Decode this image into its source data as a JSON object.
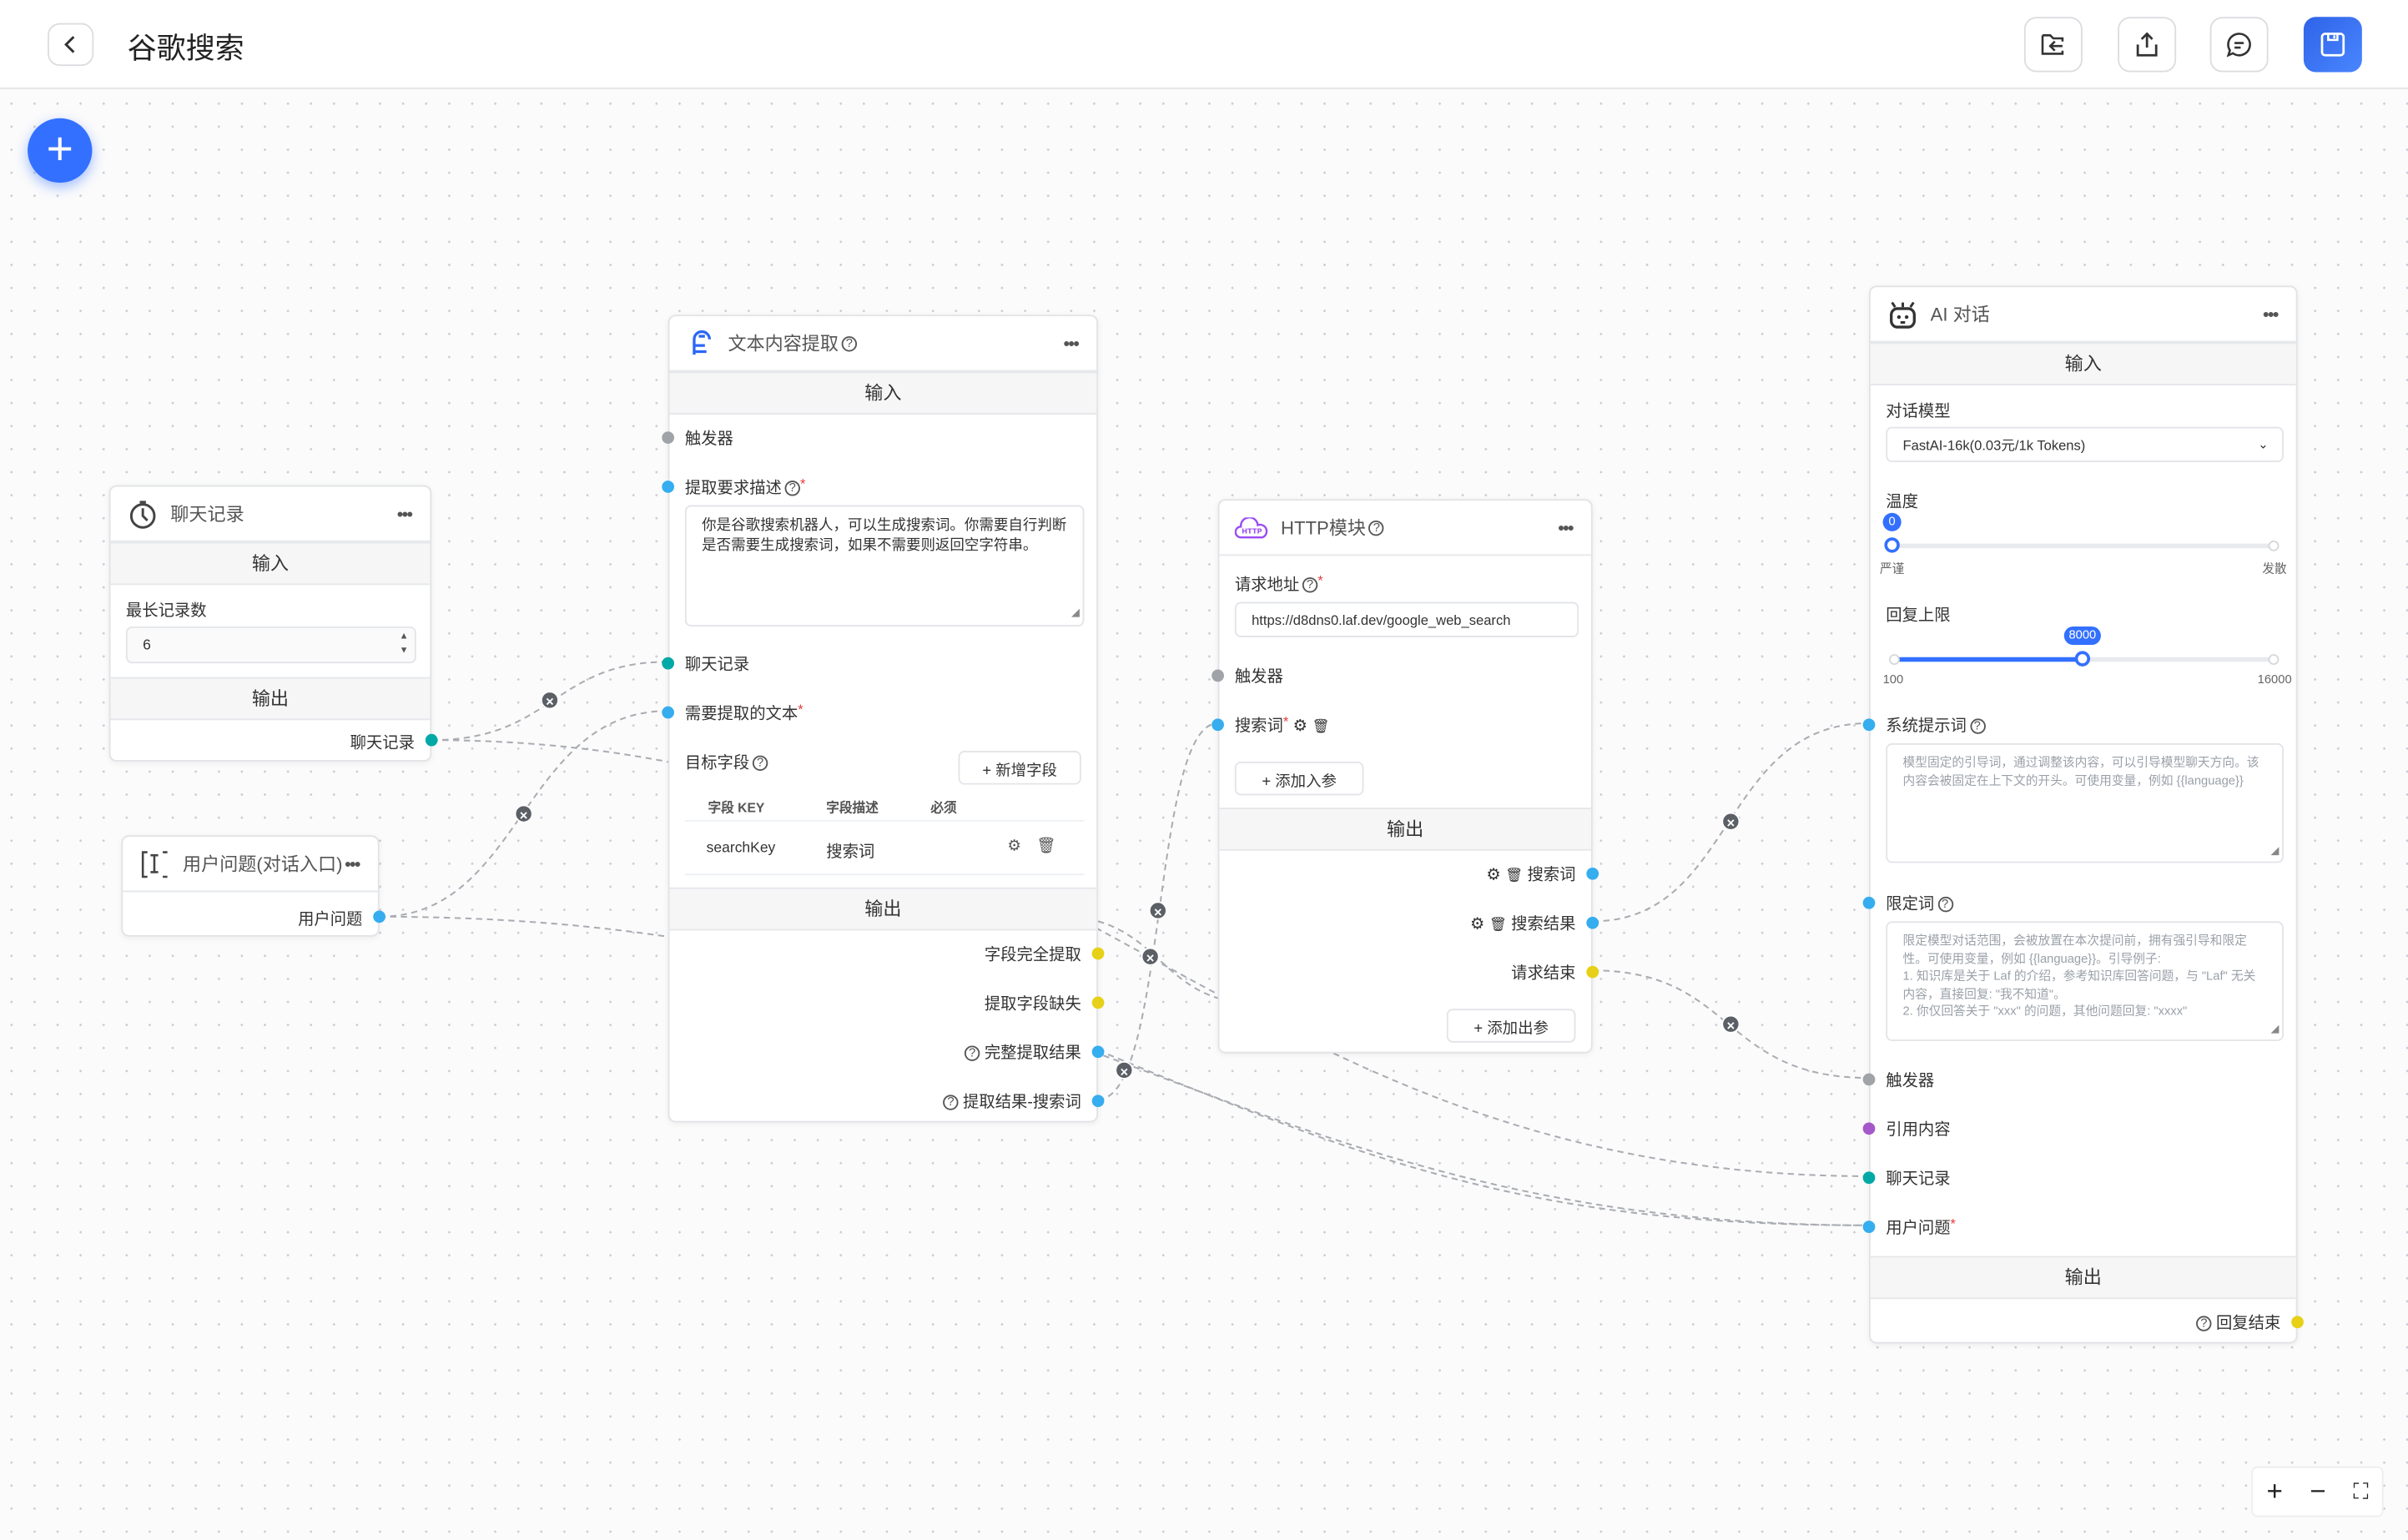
{
  "header": {
    "title": "谷歌搜索",
    "back_icon": "chevron-left-icon",
    "actions": [
      {
        "icon": "folder-import-icon"
      },
      {
        "icon": "share-export-icon"
      },
      {
        "icon": "chat-icon"
      },
      {
        "icon": "save-icon"
      }
    ]
  },
  "colors": {
    "primary": "#3370ff",
    "trigger": "#a0a3a8",
    "string": "#36adef",
    "history": "#00a9a6",
    "boolean": "#e7d118",
    "quote": "#a558c9"
  },
  "labels": {
    "input": "输入",
    "output": "输出",
    "trigger": "触发器",
    "required_mark": "*",
    "help": "?",
    "more": "•••"
  },
  "history_node": {
    "title": "聊天记录",
    "max_label": "最长记录数",
    "max_value": "6",
    "output": "聊天记录"
  },
  "question_node": {
    "title": "用户问题(对话入口)",
    "output": "用户问题"
  },
  "extract_node": {
    "title": "文本内容提取",
    "desc_label": "提取要求描述",
    "desc_value": "你是谷歌搜索机器人，可以生成搜索词。你需要自行判断是否需要生成搜索词，如果不需要则返回空字符串。",
    "history_label": "聊天记录",
    "text_label": "需要提取的文本",
    "fields_label": "目标字段",
    "add_field": "+ 新增字段",
    "columns": [
      "字段 KEY",
      "字段描述",
      "必须"
    ],
    "rows": [
      {
        "key": "searchKey",
        "desc": "搜索词"
      }
    ],
    "outputs": [
      "字段完全提取",
      "提取字段缺失",
      "完整提取结果",
      "提取结果-搜索词"
    ]
  },
  "http_node": {
    "title": "HTTP模块",
    "url_label": "请求地址",
    "url_value": "https://d8dns0.laf.dev/google_web_search",
    "param": "搜索词",
    "add_input": "+ 添加入参",
    "outputs": [
      "搜索词",
      "搜索结果",
      "请求结束"
    ],
    "add_output": "+ 添加出参"
  },
  "ai_node": {
    "title": "AI 对话",
    "model_label": "对话模型",
    "model_value": "FastAI-16k(0.03元/1k Tokens)",
    "temp_label": "温度",
    "temp_value": "0",
    "temp_min_label": "严谨",
    "temp_max_label": "发散",
    "temp_fraction": 0,
    "limit_label": "回复上限",
    "limit_value": "8000",
    "limit_min": "100",
    "limit_max": "16000",
    "system_label": "系统提示词",
    "system_placeholder": "模型固定的引导词，通过调整该内容，可以引导模型聊天方向。该内容会被固定在上下文的开头。可使用变量，例如 {{language}}",
    "limit_prompt_label": "限定词",
    "limit_prompt_placeholder": "限定模型对话范围，会被放置在本次提问前，拥有强引导和限定性。可使用变量，例如 {{language}}。引导例子:\n1. 知识库是关于 Laf 的介绍，参考知识库回答问题，与 \"Laf\" 无关内容，直接回复: \"我不知道\"。\n2. 你仅回答关于 \"xxx\" 的问题，其他问题回复: \"xxxx\"",
    "inputs": [
      "触发器",
      "引用内容",
      "聊天记录",
      "用户问题"
    ],
    "output": "回复结束"
  },
  "zoom_controls": {
    "zoom_in": "+",
    "zoom_out": "−",
    "fit": "⛶"
  }
}
